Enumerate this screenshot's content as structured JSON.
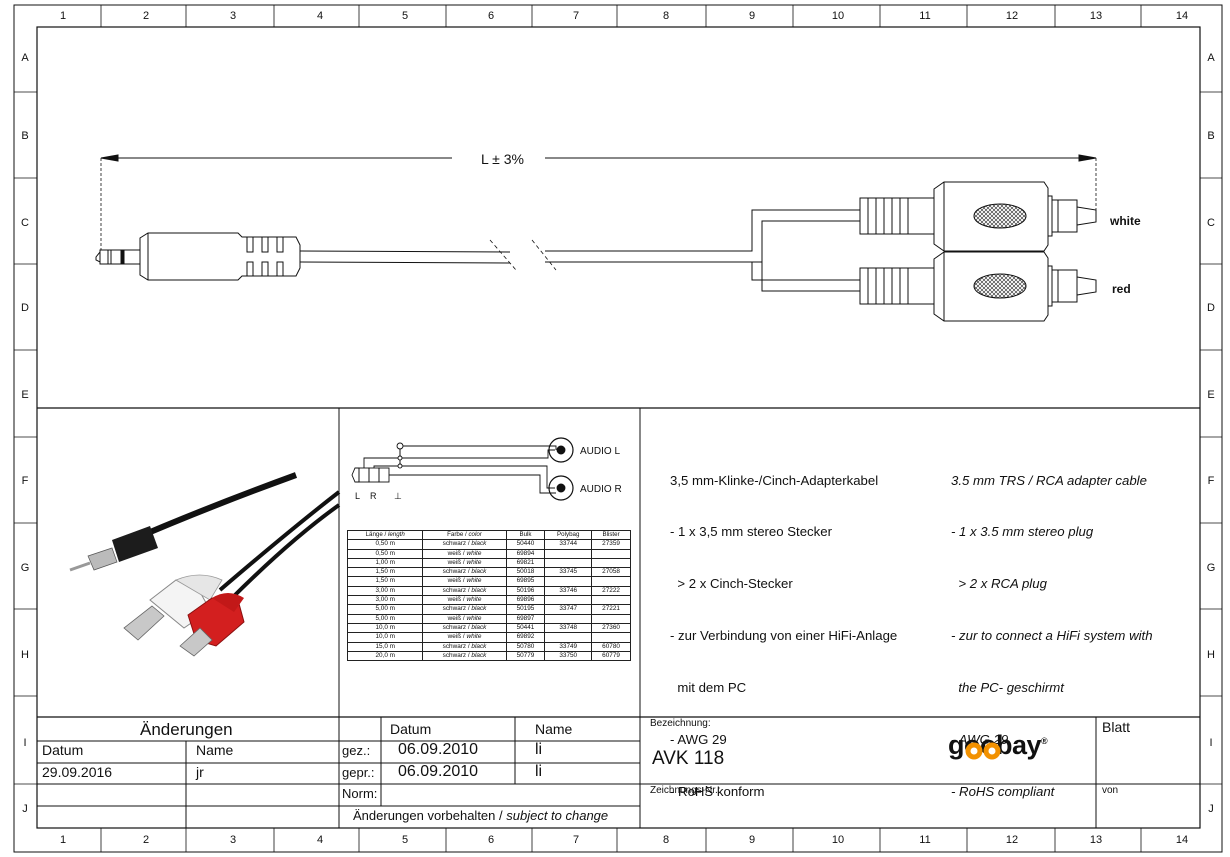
{
  "border": {
    "columns": [
      "1",
      "2",
      "3",
      "4",
      "5",
      "6",
      "7",
      "8",
      "9",
      "10",
      "11",
      "12",
      "13",
      "14"
    ],
    "rows": [
      "A",
      "B",
      "C",
      "D",
      "E",
      "F",
      "G",
      "H",
      "I",
      "J"
    ]
  },
  "drawing": {
    "length_label": "L ± 3%",
    "plug_labels": {
      "white": "white",
      "red": "red"
    }
  },
  "schematic": {
    "audio_l": "AUDIO L",
    "audio_r": "AUDIO R",
    "pin_l": "L",
    "pin_r": "R",
    "pin_gnd": "⊥"
  },
  "variants_table": {
    "headers": [
      {
        "de": "Länge / ",
        "en": "length"
      },
      {
        "de": "Farbe / ",
        "en": "color"
      },
      {
        "de": "Bulk",
        "en": ""
      },
      {
        "de": "Polybag",
        "en": ""
      },
      {
        "de": "Blister",
        "en": ""
      }
    ],
    "rows": [
      {
        "length": "0,50 m",
        "color_de": "schwarz / ",
        "color_en": "black",
        "bulk": "50440",
        "polybag": "33744",
        "blister": "27359"
      },
      {
        "length": "0,50 m",
        "color_de": "weiß / ",
        "color_en": "white",
        "bulk": "69894",
        "polybag": "",
        "blister": ""
      },
      {
        "length": "1,00 m",
        "color_de": "weiß / ",
        "color_en": "white",
        "bulk": "69821",
        "polybag": "",
        "blister": ""
      },
      {
        "length": "1,50 m",
        "color_de": "schwarz / ",
        "color_en": "black",
        "bulk": "50018",
        "polybag": "33745",
        "blister": "27058"
      },
      {
        "length": "1,50 m",
        "color_de": "weiß / ",
        "color_en": "white",
        "bulk": "69895",
        "polybag": "",
        "blister": ""
      },
      {
        "length": "3,00 m",
        "color_de": "schwarz / ",
        "color_en": "black",
        "bulk": "50196",
        "polybag": "33746",
        "blister": "27222"
      },
      {
        "length": "3,00 m",
        "color_de": "weiß / ",
        "color_en": "white",
        "bulk": "69896",
        "polybag": "",
        "blister": ""
      },
      {
        "length": "5,00 m",
        "color_de": "schwarz / ",
        "color_en": "black",
        "bulk": "50195",
        "polybag": "33747",
        "blister": "27221"
      },
      {
        "length": "5,00 m",
        "color_de": "weiß / ",
        "color_en": "white",
        "bulk": "69897",
        "polybag": "",
        "blister": ""
      },
      {
        "length": "10,0 m",
        "color_de": "schwarz / ",
        "color_en": "black",
        "bulk": "50441",
        "polybag": "33748",
        "blister": "27360"
      },
      {
        "length": "10,0 m",
        "color_de": "weiß / ",
        "color_en": "white",
        "bulk": "69892",
        "polybag": "",
        "blister": ""
      },
      {
        "length": "15,0 m",
        "color_de": "schwarz / ",
        "color_en": "black",
        "bulk": "50780",
        "polybag": "33749",
        "blister": "60780"
      },
      {
        "length": "20,0 m",
        "color_de": "schwarz / ",
        "color_en": "black",
        "bulk": "50779",
        "polybag": "33750",
        "blister": "60779"
      }
    ]
  },
  "description_de": [
    "3,5 mm-Klinke-/Cinch-Adapterkabel",
    "- 1 x 3,5 mm stereo Stecker",
    "  > 2 x Cinch-Stecker",
    "- zur Verbindung von einer HiFi-Anlage",
    "  mit dem PC",
    "- AWG 29",
    "- RoHS konform"
  ],
  "description_en": [
    "3.5 mm TRS / RCA adapter cable",
    "- 1 x 3.5 mm stereo plug",
    "  > 2 x RCA plug",
    "- zur to connect a HiFi system with",
    "  the PC- geschirmt",
    "- AWG 29",
    "- RoHS compliant"
  ],
  "title_block": {
    "changes_title": "Änderungen",
    "changes_col_date": "Datum",
    "changes_col_name": "Name",
    "changes_row_date": "29.09.2016",
    "changes_row_name": "jr",
    "col_datum": "Datum",
    "col_name": "Name",
    "gez_label": "gez.:",
    "gez_date": "06.09.2010",
    "gez_name": "li",
    "gepr_label": "gepr.:",
    "gepr_date": "06.09.2010",
    "gepr_name": "li",
    "norm_label": "Norm:",
    "notice_de": "Änderungen vorbehalten / ",
    "notice_en": "subject to change",
    "bezeichnung_label": "Bezeichnung:",
    "bezeichnung": "AVK 118",
    "zeichnungs_label": "Zeichnungs-Nr.:",
    "blatt_label": "Blatt",
    "von_label": "von",
    "logo_text": "goobay",
    "logo_reg": "®"
  },
  "colors": {
    "line": "#111111",
    "cable_black": "#1a1a1a",
    "plug_red": "#d31f1f",
    "plug_white": "#f2f2f2",
    "logo_orange": "#f29100"
  }
}
